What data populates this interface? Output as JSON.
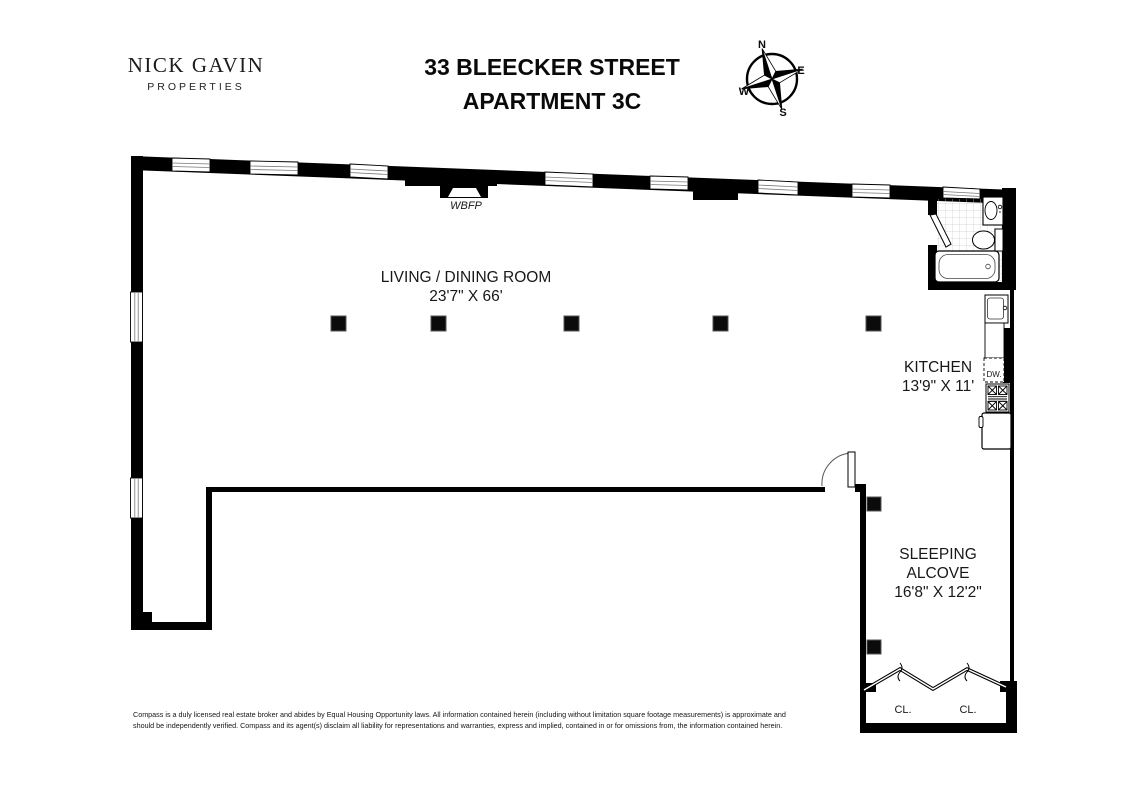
{
  "header": {
    "logo_line1": "NICK GAVIN",
    "logo_line2": "PROPERTIES",
    "title_line1": "33 BLEECKER STREET",
    "title_line2": "APARTMENT 3C"
  },
  "compass": {
    "north": "N",
    "east": "E",
    "south": "S",
    "west": "W"
  },
  "rooms": {
    "living_dining": {
      "name": "LIVING / DINING ROOM",
      "dims": "23'7\" X 66'"
    },
    "kitchen": {
      "name": "KITCHEN",
      "dims": "13'9\" X 11'"
    },
    "sleeping_alcove": {
      "line1": "SLEEPING",
      "line2": "ALCOVE",
      "dims": "16'8\" X 12'2\""
    }
  },
  "labels": {
    "fireplace": "WBFP",
    "dishwasher": "DW.",
    "closet_left": "CL.",
    "closet_right": "CL."
  },
  "disclaimer": {
    "line1": "Compass is a duly licensed real estate broker and abides by Equal Housing Opportunity laws.  All information contained herein (including without limitation square footage measurements) is approximate and",
    "line2": "should be independently verified. Compass and its agent(s) disclaim all liability for representations and warranties, express and implied, contained in or for omissions from, the information contained herein."
  },
  "colors": {
    "wall": "#000000",
    "background": "#ffffff",
    "tile_grid": "#cccccc"
  }
}
